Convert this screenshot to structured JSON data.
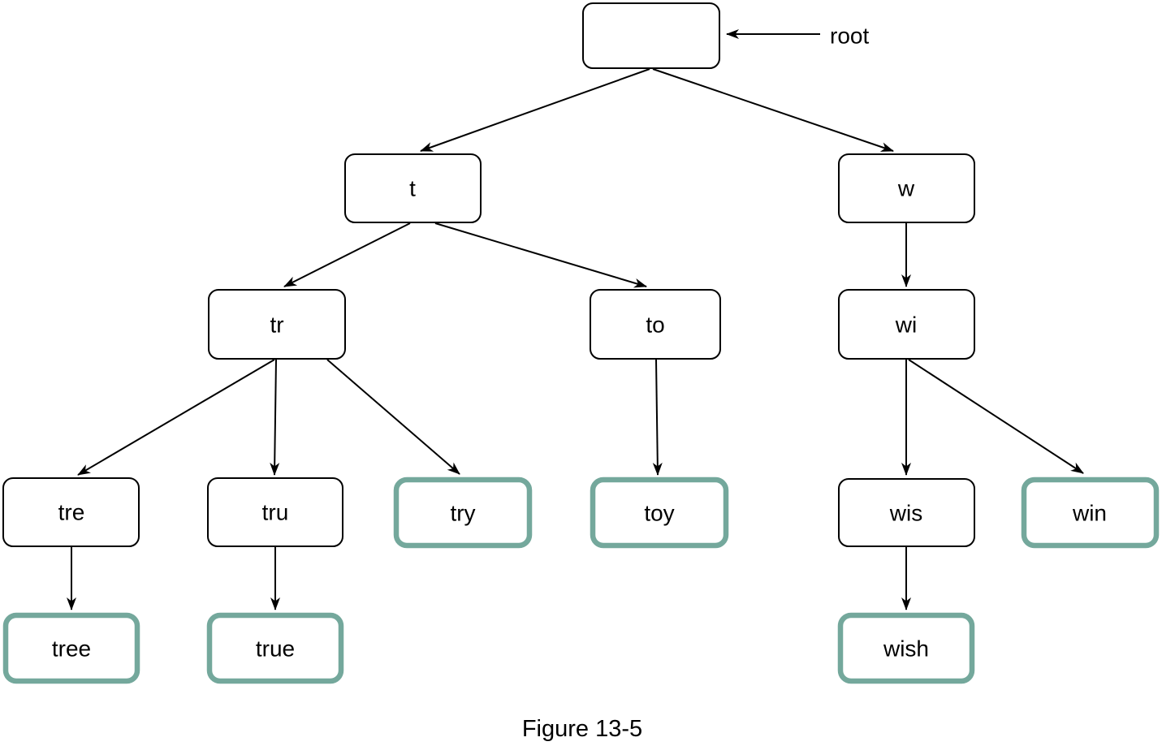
{
  "diagram": {
    "type": "trie",
    "caption": "Figure 13-5",
    "root_pointer": {
      "label": "root"
    },
    "accent_color": "#74a89c",
    "line_color": "#000000",
    "node_fill_color": "#ffffff",
    "background_color": "#ffffff",
    "nodes": {
      "root": {
        "label": "",
        "is_word": false
      },
      "t": {
        "label": "t",
        "is_word": false
      },
      "w": {
        "label": "w",
        "is_word": false
      },
      "tr": {
        "label": "tr",
        "is_word": false
      },
      "to": {
        "label": "to",
        "is_word": false
      },
      "wi": {
        "label": "wi",
        "is_word": false
      },
      "tre": {
        "label": "tre",
        "is_word": false
      },
      "tru": {
        "label": "tru",
        "is_word": false
      },
      "try": {
        "label": "try",
        "is_word": true
      },
      "toy": {
        "label": "toy",
        "is_word": true
      },
      "wis": {
        "label": "wis",
        "is_word": false
      },
      "win": {
        "label": "win",
        "is_word": true
      },
      "tree": {
        "label": "tree",
        "is_word": true
      },
      "true": {
        "label": "true",
        "is_word": true
      },
      "wish": {
        "label": "wish",
        "is_word": true
      }
    },
    "edges": [
      {
        "from": "root",
        "to": "t"
      },
      {
        "from": "root",
        "to": "w"
      },
      {
        "from": "t",
        "to": "tr"
      },
      {
        "from": "t",
        "to": "to"
      },
      {
        "from": "w",
        "to": "wi"
      },
      {
        "from": "tr",
        "to": "tre"
      },
      {
        "from": "tr",
        "to": "tru"
      },
      {
        "from": "tr",
        "to": "try"
      },
      {
        "from": "to",
        "to": "toy"
      },
      {
        "from": "wi",
        "to": "wis"
      },
      {
        "from": "wi",
        "to": "win"
      },
      {
        "from": "tre",
        "to": "tree"
      },
      {
        "from": "tru",
        "to": "true"
      },
      {
        "from": "wis",
        "to": "wish"
      }
    ]
  }
}
